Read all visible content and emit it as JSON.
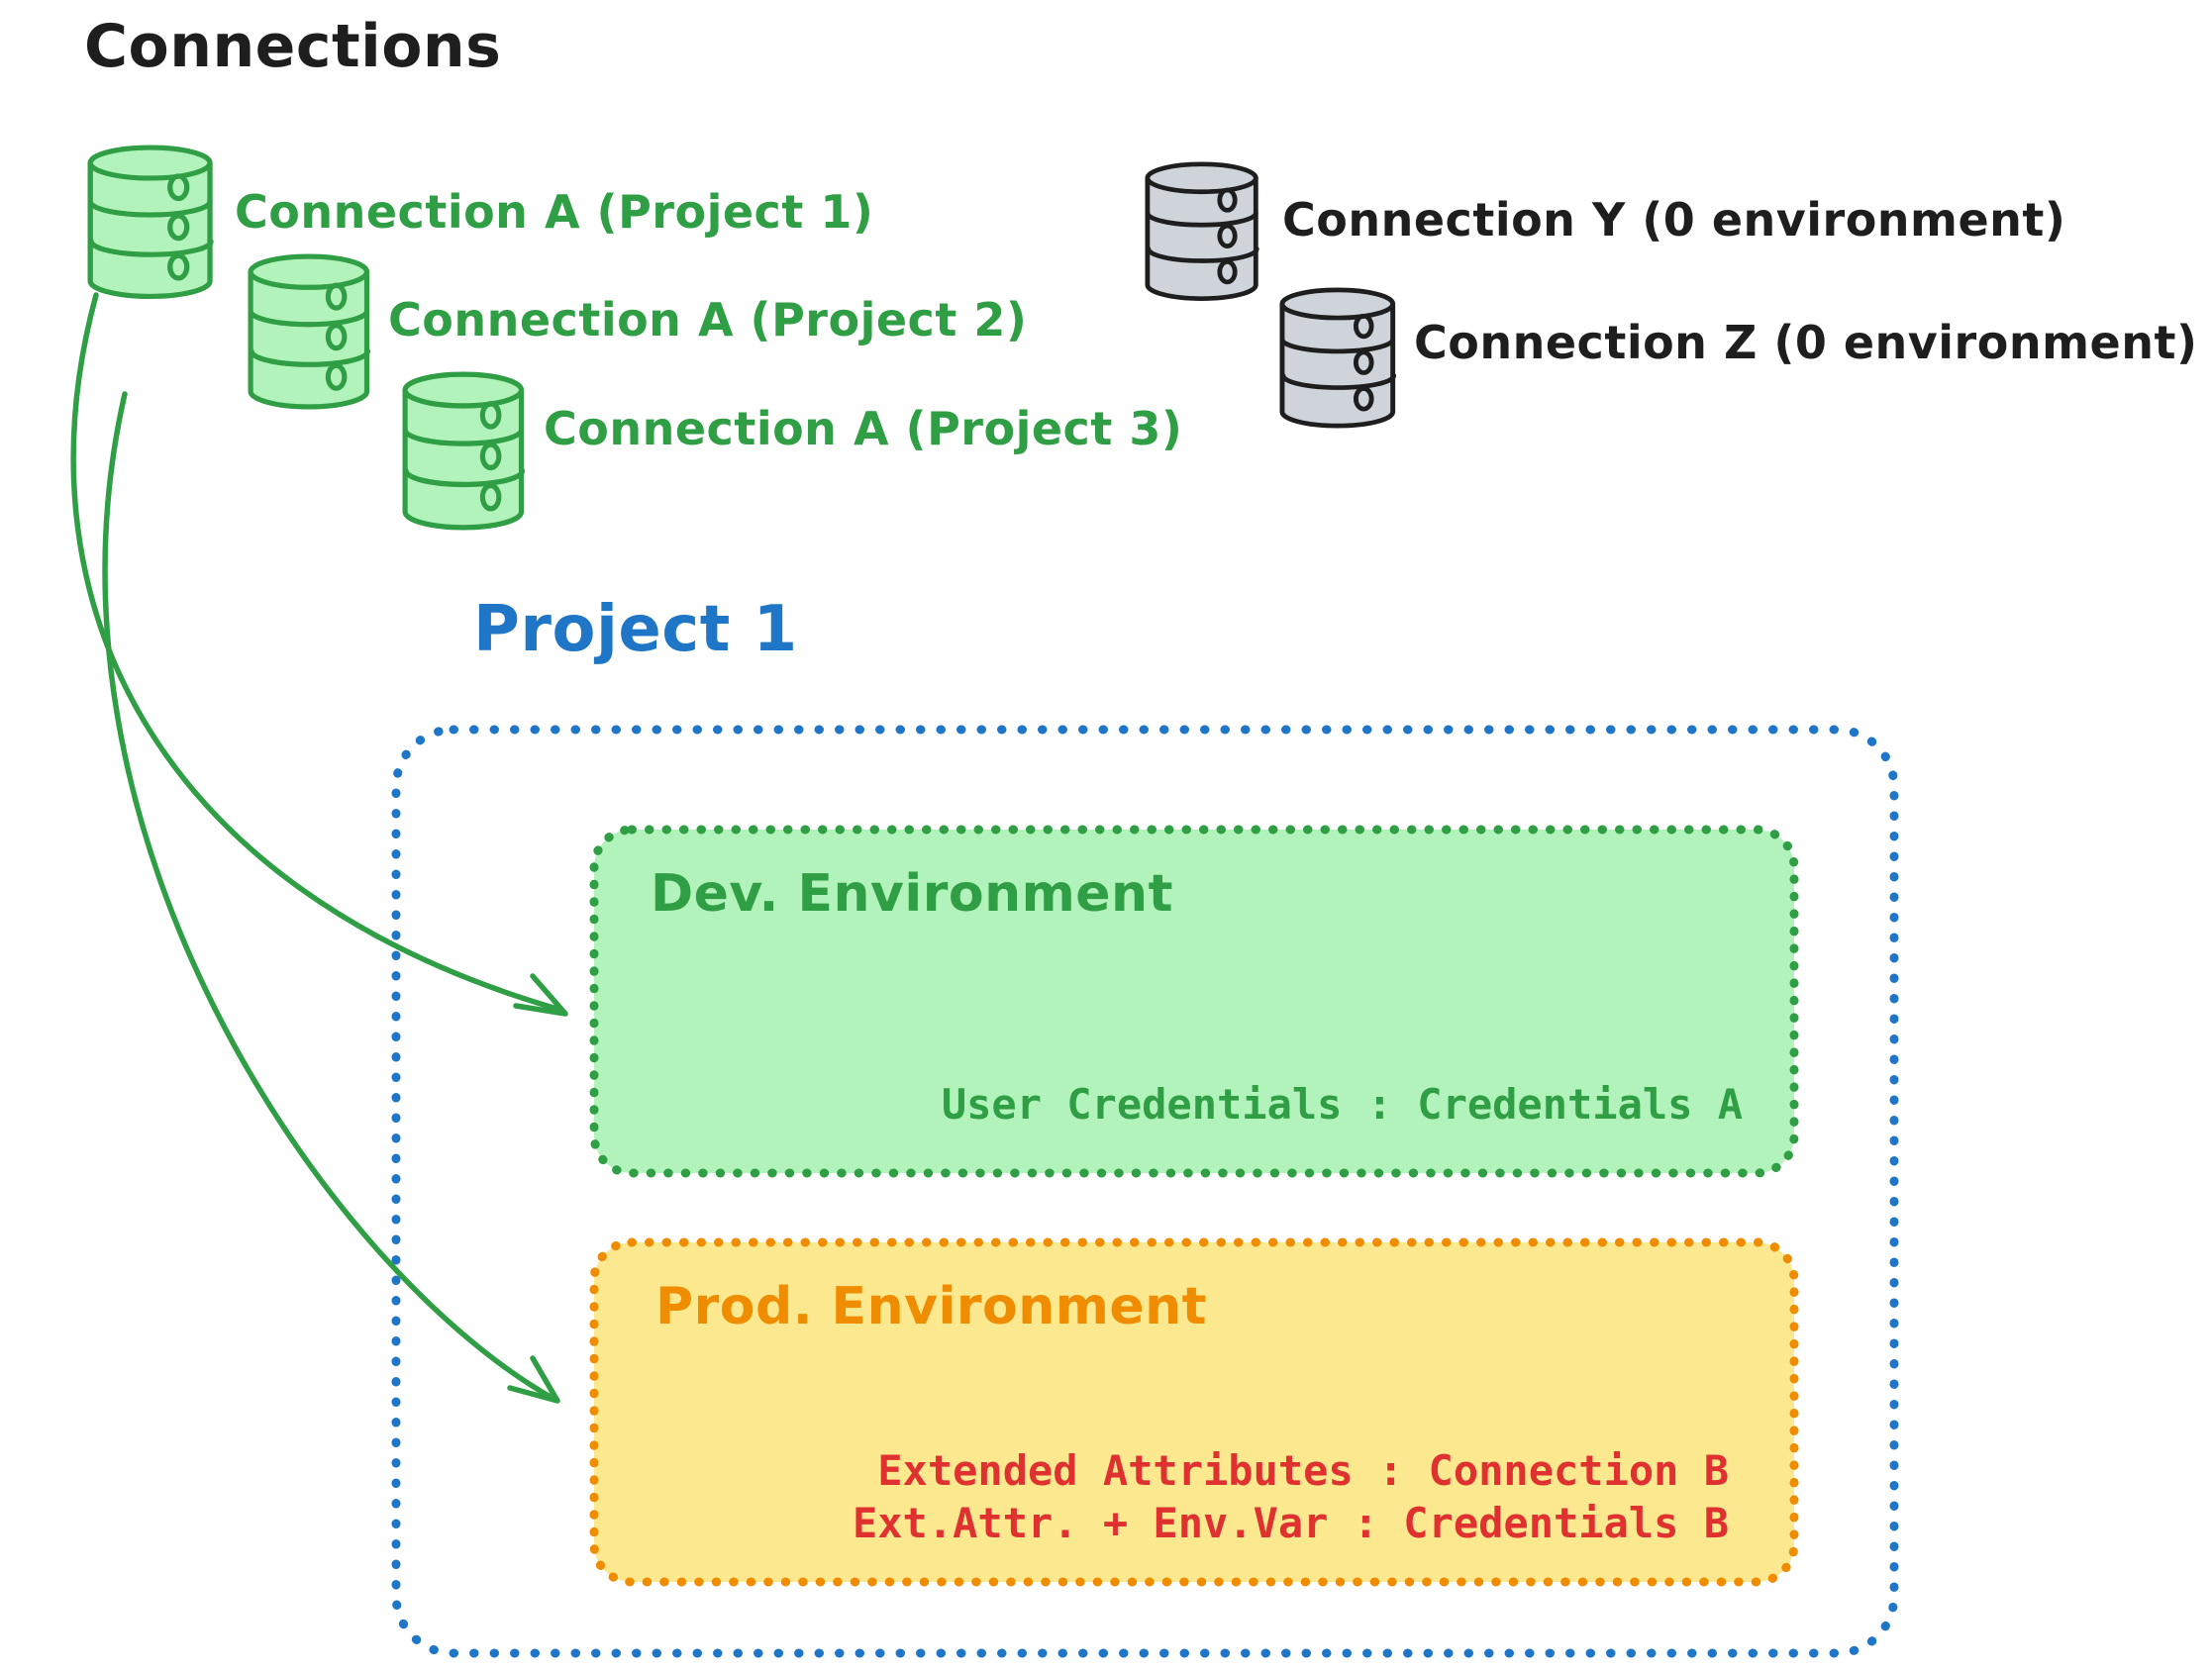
{
  "title": "Connections",
  "connections": {
    "project_scoped": [
      {
        "icon": "database-icon",
        "label": "Connection A (Project 1)"
      },
      {
        "icon": "database-icon",
        "label": "Connection A (Project 2)"
      },
      {
        "icon": "database-icon",
        "label": "Connection A (Project 3)"
      }
    ],
    "unassigned": [
      {
        "icon": "database-icon",
        "label": "Connection Y (0 environment)"
      },
      {
        "icon": "database-icon",
        "label": "Connection Z (0 environment)"
      }
    ]
  },
  "project": {
    "title": "Project 1",
    "environments": [
      {
        "name": "Dev. Environment",
        "credentials": [
          "User Credentials : Credentials A"
        ]
      },
      {
        "name": "Prod. Environment",
        "credentials": [
          "Extended Attributes : Connection B",
          "Ext.Attr. + Env.Var : Credentials B"
        ]
      }
    ]
  },
  "colors": {
    "ink": "#1e1e1e",
    "green_stroke": "#2f9e44",
    "green_fill": "#b2f2bb",
    "gray_fill": "#ced4da",
    "blue": "#1f76c7",
    "orange": "#f08c00",
    "yellow_fill": "#fce98f",
    "red": "#e03131"
  }
}
